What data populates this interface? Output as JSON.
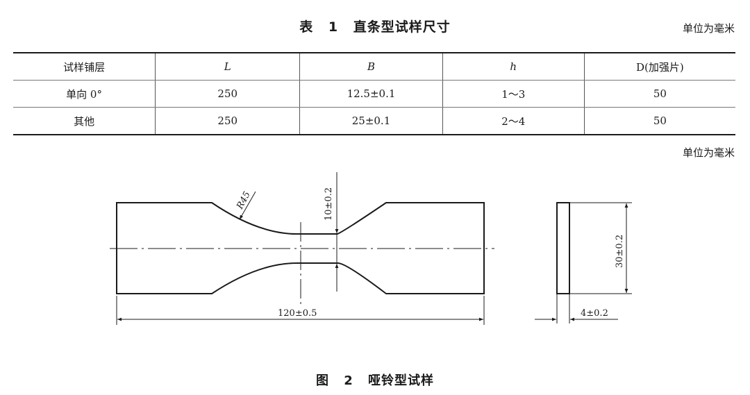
{
  "table": {
    "title": "表 1  直条型试样尺寸",
    "unit": "单位为毫米",
    "headers": [
      "试样铺层",
      "L",
      "B",
      "h",
      "D(加强片)"
    ],
    "rows": [
      [
        "单向 0°",
        "250",
        "12.5±0.1",
        "1～3",
        "50"
      ],
      [
        "其他",
        "250",
        "25±0.1",
        "2～4",
        "50"
      ]
    ]
  },
  "figure": {
    "unit": "单位为毫米",
    "title": "图 2  哑铃型试样",
    "labels": {
      "radius": "R45",
      "neck_width": "10±0.2",
      "length": "120±0.5",
      "width": "30±0.2",
      "thickness": "4±0.2"
    }
  }
}
